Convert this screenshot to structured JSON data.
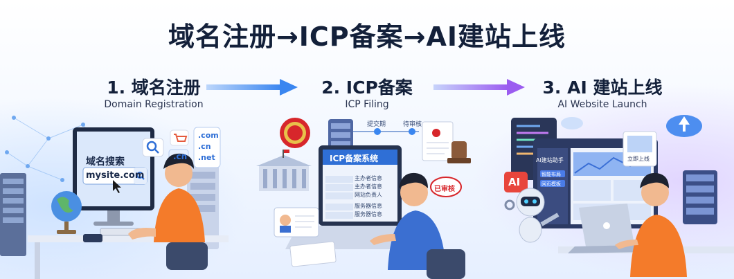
{
  "title": "域名注册→ICP备案→AI建站上线",
  "steps": [
    {
      "label": "1. 域名注册",
      "sub": "Domain Registration"
    },
    {
      "label": "2. ICP备案",
      "sub": "ICP Filing"
    },
    {
      "label": "3. AI 建站上线",
      "sub": "AI Website Launch"
    }
  ],
  "step1": {
    "search_title": "域名搜索",
    "search_value": "mysite.com",
    "tld_cn": ".cn",
    "tld_list": [
      ".com",
      ".cn",
      ".net"
    ]
  },
  "step2": {
    "system_title": "ICP备案系统",
    "form_rows": [
      "主办者信息",
      "主办者信息",
      "网站负责人",
      "服务器信息",
      "服务器信息"
    ],
    "flow_labels": [
      "提交期",
      "待审核"
    ],
    "stamp": "已审核"
  },
  "step3": {
    "ai_badge": "AI",
    "builder_title": "AI建站助手",
    "builder_buttons": [
      "智能布局",
      "网页模板"
    ],
    "card_label": "立即上线"
  },
  "colors": {
    "arrow1": "#3a86f0",
    "arrow2": "#9b5cf0",
    "title": "#13203a",
    "person_shirt": "#f47b2a",
    "person_shirt2": "#3b6fd1"
  }
}
